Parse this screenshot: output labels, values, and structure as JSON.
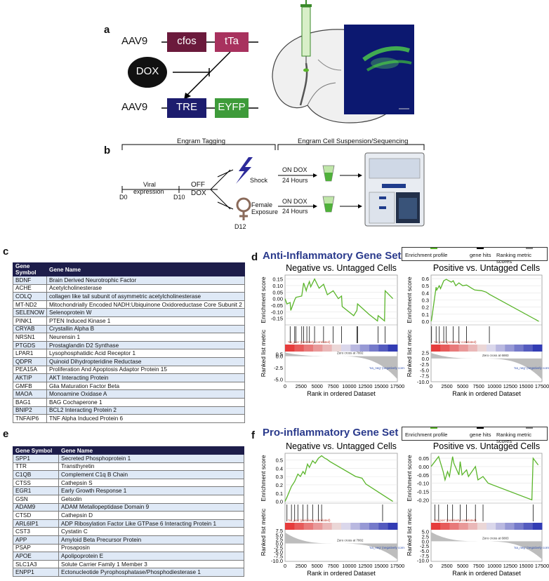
{
  "panel_a": {
    "label": "a",
    "vector1": {
      "name": "AAV9",
      "promoter": "cfos",
      "gene": "tTa"
    },
    "drug": "DOX",
    "vector2": {
      "name": "AAV9",
      "promoter": "TRE",
      "gene": "EYFP"
    }
  },
  "panel_b": {
    "label": "b",
    "engram_tagging": "Engram Tagging",
    "suspension": "Engram Cell Suspension/Sequencing",
    "d0": "D0",
    "viral": "Viral",
    "expression": "expression",
    "d10": "D10",
    "off": "OFF",
    "dox": "DOX",
    "d12": "D12",
    "shock": "Shock",
    "female": "Female",
    "exposure": "Exposure",
    "on_dox_1": "ON DOX",
    "hours_1": "24 Hours",
    "on_dox_2": "ON DOX",
    "hours_2": "24 Hours"
  },
  "panel_c": {
    "label": "c",
    "header": [
      "Gene Symbol",
      "Gene Name"
    ],
    "rows": [
      [
        "BDNF",
        "Brain Derived Neurotrophic Factor"
      ],
      [
        "ACHE",
        "Acetylcholinesterase"
      ],
      [
        "COLQ",
        "collagen like tail subunit of asymmetric acetylcholinesterase"
      ],
      [
        "MT-ND2",
        "Mitochondrially Encoded NADH:Ubiquinone Oxidoreductase Core Subunit 2"
      ],
      [
        "SELENOW",
        "Selenoprotein W"
      ],
      [
        "PINK1",
        "PTEN Induced Kinase 1"
      ],
      [
        "CRYAB",
        "Crystallin Alpha B"
      ],
      [
        "NRSN1",
        "Neurensin 1"
      ],
      [
        "PTGDS",
        "Prostaglandin D2 Synthase"
      ],
      [
        "LPAR1",
        "Lysophosphatidic Acid Receptor 1"
      ],
      [
        "QDPR",
        "Quinoid Dihydropteridine Reductase"
      ],
      [
        "PEA15A",
        "Proliferation And Apoptosis Adaptor Protein 15"
      ],
      [
        "AKTIP",
        "AKT Interacting Protein"
      ],
      [
        "GMFB",
        "Glia Maturation Factor Beta"
      ],
      [
        "MAOA",
        "Monoamine Oxidase A"
      ],
      [
        "BAG1",
        "BAG Cochaperone 1"
      ],
      [
        "BNIP2",
        "BCL2 Interacting Protein 2"
      ],
      [
        "TNFAIP6",
        "TNF Alpha Induced Protein 6"
      ]
    ]
  },
  "panel_e": {
    "label": "e",
    "header": [
      "Gene Symbol",
      "Gene Name"
    ],
    "rows": [
      [
        "SPP1",
        "Secreted Phosphoprotein 1"
      ],
      [
        "TTR",
        "Transthyretin"
      ],
      [
        "C1QB",
        "Complement C1q B Chain"
      ],
      [
        "CTSS",
        "Cathepsin S"
      ],
      [
        "EGR1",
        "Early Growth Response 1"
      ],
      [
        "GSN",
        "Gelsolin"
      ],
      [
        "ADAM9",
        "ADAM Metallopeptidase Domain 9"
      ],
      [
        "CTSD",
        "Cathepsin D"
      ],
      [
        "ARL6IP1",
        "ADP Ribosylation Factor Like GTPase 6 Interacting Protein 1"
      ],
      [
        "CST3",
        "Cystatin C"
      ],
      [
        "APP",
        "Amyloid Beta Precursor Protein"
      ],
      [
        "PSAP",
        "Prosaposin"
      ],
      [
        "APOE",
        "Apolipoprotein E"
      ],
      [
        "SLC1A3",
        "Solute Carrier Family 1 Member 3"
      ],
      [
        "ENPP1",
        "Ectonucleotide Pyrophosphatase/Phosphodiesterase 1"
      ]
    ]
  },
  "panel_d": {
    "label": "d",
    "title": "Anti-Inflammatory Gene Set",
    "legend": [
      "Enrichment profile",
      "gene hits",
      "Ranking metric scores"
    ]
  },
  "panel_f": {
    "label": "f",
    "title": "Pro-inflammatory Gene Set",
    "legend": [
      "Enrichment profile",
      "gene hits",
      "Ranking metric scores"
    ]
  },
  "colors": {
    "es_line": "#5ab52a",
    "header": "#1d1d4a",
    "set_title": "#2a3a8c",
    "cfos": "#6b1a3c",
    "tta": "#a8325e",
    "tre": "#1c1c6e",
    "eyfp": "#3e9b3a"
  },
  "chart_data": [
    {
      "type": "line",
      "panel": "d",
      "title": "Negative vs. Untagged Cells",
      "ylabel": "Enrichment score",
      "ylim": [
        -0.2,
        0.18
      ],
      "yticks": [
        "0.15",
        "0.10",
        "0.05",
        "0.00",
        "-0.05",
        "-0.10",
        "-0.15"
      ],
      "x": [
        0,
        300,
        800,
        900,
        1500,
        1700,
        2600,
        2900,
        3300,
        3400,
        3800,
        4000,
        4600,
        5300,
        6000,
        6600,
        7500,
        8300,
        8800,
        8900,
        10700,
        11200,
        11300,
        13100,
        14400,
        14500,
        15500,
        15600,
        16800
      ],
      "y": [
        0.0,
        -0.04,
        -0.03,
        -0.09,
        -0.01,
        0.01,
        0.02,
        0.12,
        0.06,
        0.08,
        0.13,
        0.09,
        0.15,
        0.08,
        0.11,
        0.03,
        0.06,
        0.0,
        0.02,
        -0.06,
        -0.13,
        -0.09,
        -0.04,
        -0.12,
        -0.17,
        -0.13,
        -0.17,
        0.06,
        0.0
      ],
      "ranked": {
        "ylabel": "Ranked list metric",
        "yticks": [
          "0.5",
          "0.0",
          "-2.5",
          "-5.0"
        ],
        "ylim": [
          -5.5,
          1.0
        ],
        "pos_label": "'na_pos' (positively correlated)",
        "neg_label": "'na_neg' (negatively correlated)",
        "zero_cross": "Zero cross at 7802"
      },
      "xlabel": "Rank in ordered Dataset",
      "xticks": [
        "0",
        "2500",
        "5000",
        "7500",
        "10000",
        "12500",
        "15000",
        "17500"
      ]
    },
    {
      "type": "line",
      "panel": "d",
      "title": "Positive vs. Untagged Cells",
      "ylabel": "Enrichment score",
      "ylim": [
        -0.05,
        0.65
      ],
      "yticks": [
        "0.6",
        "0.5",
        "0.4",
        "0.3",
        "0.2",
        "0.1",
        "0.0"
      ],
      "x": [
        0,
        80,
        800,
        900,
        1300,
        1500,
        2000,
        2400,
        3200,
        3500,
        3900,
        4400,
        5000,
        5600,
        6500,
        6900,
        8000,
        8700,
        9200,
        17000
      ],
      "y": [
        0.0,
        0.02,
        0.48,
        0.44,
        0.5,
        0.46,
        0.57,
        0.59,
        0.55,
        0.57,
        0.5,
        0.54,
        0.5,
        0.51,
        0.46,
        0.44,
        0.43,
        0.41,
        0.38,
        0.0
      ],
      "ranked": {
        "ylabel": "Ranked list metric",
        "yticks": [
          "2.5",
          "0.0",
          "-2.5",
          "-5.0",
          "-7.5",
          "-10.0"
        ],
        "ylim": [
          -10,
          3
        ],
        "pos_label": "'na_pos' (positively correlated)",
        "neg_label": "'na_neg' (negatively correlated)",
        "zero_cross": "Zero cross at 6883"
      },
      "xlabel": "Rank in ordered Dataset",
      "xticks": [
        "0",
        "2500",
        "5000",
        "7500",
        "10000",
        "12500",
        "15000",
        "17500"
      ]
    },
    {
      "type": "line",
      "panel": "f",
      "title": "Negative vs. Untagged Cells",
      "ylabel": "Enrichment score",
      "ylim": [
        -0.02,
        0.58
      ],
      "yticks": [
        "0.5",
        "0.4",
        "0.3",
        "0.2",
        "0.1",
        "0.0"
      ],
      "x": [
        0,
        300,
        1000,
        1500,
        2000,
        2400,
        2800,
        3100,
        3500,
        3800,
        4300,
        4700,
        5200,
        5700,
        6200,
        6500,
        7000,
        11000,
        12000,
        12600,
        15200,
        16800
      ],
      "y": [
        0.0,
        0.05,
        0.18,
        0.24,
        0.33,
        0.3,
        0.36,
        0.33,
        0.45,
        0.41,
        0.49,
        0.46,
        0.52,
        0.55,
        0.52,
        0.51,
        0.48,
        0.3,
        0.28,
        0.21,
        0.08,
        0.0
      ],
      "ranked": {
        "ylabel": "Ranked list metric",
        "yticks": [
          "7.5",
          "5.0",
          "2.5",
          "0.0",
          "-2.5",
          "-5.0",
          "-7.5",
          "-10.0"
        ],
        "ylim": [
          -10.5,
          8
        ],
        "pos_label": "'na_pos' (positively correlated)",
        "neg_label": "'na_neg' (negatively correlated)",
        "zero_cross": "Zero cross at 7802"
      },
      "xlabel": "Rank in ordered Dataset",
      "xticks": [
        "0",
        "2500",
        "5000",
        "7500",
        "10000",
        "12500",
        "15000",
        "17500"
      ]
    },
    {
      "type": "line",
      "panel": "f",
      "title": "Positive vs. Untagged Cells",
      "ylabel": "Enrichment score",
      "ylim": [
        -0.22,
        0.08
      ],
      "yticks": [
        "0.05",
        "0.00",
        "-0.05",
        "-0.10",
        "-0.15",
        "-0.20"
      ],
      "x": [
        0,
        600,
        1200,
        1900,
        2200,
        2600,
        2900,
        3400,
        3600,
        4400,
        4600,
        4900,
        5600,
        5900,
        7000,
        7400,
        8200,
        9000,
        15900,
        16100,
        16900
      ],
      "y": [
        0.0,
        0.03,
        0.06,
        -0.03,
        -0.08,
        -0.03,
        -0.06,
        0.06,
        0.02,
        -0.05,
        0.03,
        -0.05,
        -0.02,
        -0.06,
        0.0,
        -0.08,
        -0.06,
        -0.1,
        -0.2,
        0.05,
        0.01
      ],
      "ranked": {
        "ylabel": "Ranked list metric",
        "yticks": [
          "5.0",
          "2.5",
          "0.0",
          "-2.5",
          "-5.0",
          "-7.5",
          "-10.0"
        ],
        "ylim": [
          -10.5,
          6
        ],
        "pos_label": "'na_pos' (positively correlated)",
        "neg_label": "'na_neg' (negatively correlated)",
        "zero_cross": "Zero cross at 6883"
      },
      "xlabel": "Rank in ordered Dataset",
      "xticks": [
        "0",
        "2500",
        "5000",
        "7500",
        "10000",
        "12500",
        "15000",
        "17500"
      ]
    }
  ]
}
